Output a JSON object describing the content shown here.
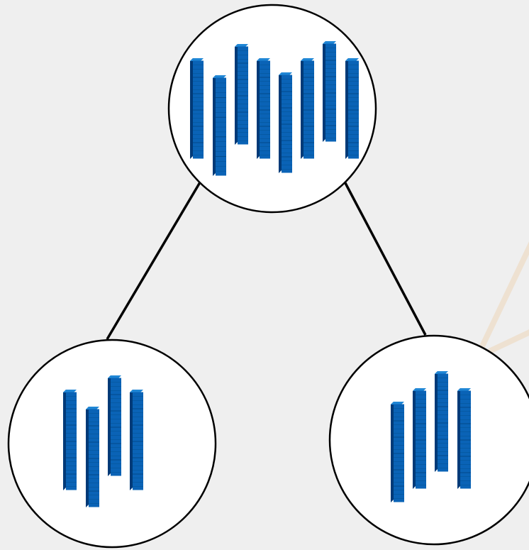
{
  "diagram": {
    "type": "tree",
    "background_color": "#efefef",
    "node_fill": "#ffffff",
    "node_stroke": "#000000",
    "edge_color": "#000000",
    "accent_line_color": "#eee1d1",
    "cube_colors": {
      "front": "#0a63b6",
      "side": "#003a78",
      "top": "#1f86d5",
      "grid": "#004884"
    },
    "nodes": [
      {
        "id": "root",
        "label": "",
        "stacks": [
          6,
          5,
          6,
          6,
          6,
          6,
          6,
          6
        ]
      },
      {
        "id": "left-child",
        "label": "",
        "stacks": [
          6,
          6,
          6,
          6
        ]
      },
      {
        "id": "right-child",
        "label": "",
        "stacks": [
          6,
          6,
          6,
          6
        ]
      }
    ],
    "edges": [
      {
        "from": "root",
        "to": "left-child"
      },
      {
        "from": "root",
        "to": "right-child"
      }
    ]
  }
}
